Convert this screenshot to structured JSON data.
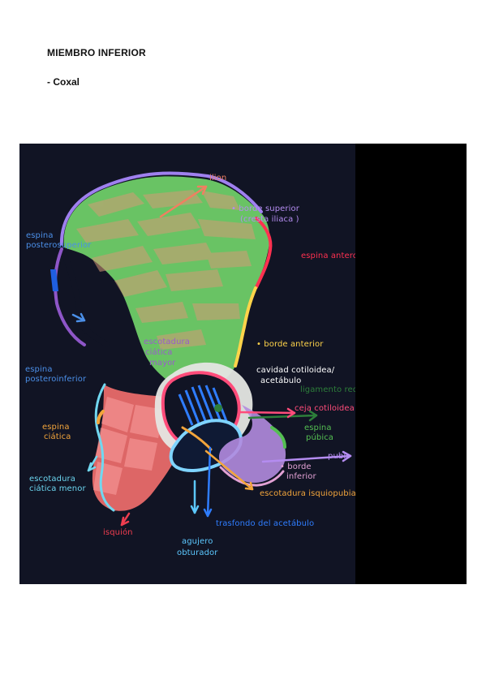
{
  "document": {
    "title": "MIEMBRO INFERIOR",
    "subtitle": "- Coxal"
  },
  "figure": {
    "labels": [
      {
        "id": "ilion",
        "lines": [
          "ilion"
        ],
        "color": "#f07f61"
      },
      {
        "id": "borde-superior",
        "lines": [
          "• borde superior",
          "(cresta iliaca )"
        ],
        "color": "#b48cf0"
      },
      {
        "id": "espina-posterosuperior",
        "lines": [
          "espina",
          "posterosuperior"
        ],
        "color": "#4b8fe8"
      },
      {
        "id": "espina-anterosuperior",
        "lines": [
          "espina anterosuperior"
        ],
        "color": "#ff3150"
      },
      {
        "id": "escotadura-ciatica-mayor",
        "lines": [
          "escotadura",
          "ciática",
          "mayor"
        ],
        "color": "#9a5ccc"
      },
      {
        "id": "borde-anterior",
        "lines": [
          "• borde anterior"
        ],
        "color": "#ffd44a"
      },
      {
        "id": "espina-posteroinferior",
        "lines": [
          "espina",
          "posteroinferior"
        ],
        "color": "#4b8fe8"
      },
      {
        "id": "cavidad-cotiloidea",
        "lines": [
          "cavidad cotiloidea/",
          "acetábulo"
        ],
        "color": "#ffffff"
      },
      {
        "id": "ligamento-redondo",
        "lines": [
          "ligamento redondo"
        ],
        "color": "#2d7e3a"
      },
      {
        "id": "ceja-cotiloidea",
        "lines": [
          "ceja cotiloidea"
        ],
        "color": "#ff4c7a"
      },
      {
        "id": "espina-ciatica",
        "lines": [
          "espina",
          "ciática"
        ],
        "color": "#f3a53b"
      },
      {
        "id": "espina-pubica",
        "lines": [
          "espina",
          "púbica"
        ],
        "color": "#54bf52"
      },
      {
        "id": "pubis",
        "lines": [
          "pubis"
        ],
        "color": "#b48cf0"
      },
      {
        "id": "borde-inferior",
        "lines": [
          "• borde",
          "inferior"
        ],
        "color": "#e2a1d4"
      },
      {
        "id": "escotadura-ciatica-menor",
        "lines": [
          "escotadura",
          "ciática menor"
        ],
        "color": "#6bd5ef"
      },
      {
        "id": "escotadura-isquiopubiana",
        "lines": [
          "escotadura isquiopubiana"
        ],
        "color": "#f3a53b"
      },
      {
        "id": "isquion",
        "lines": [
          "isquión"
        ],
        "color": "#ef3d4f"
      },
      {
        "id": "trasfondo-acetabulo",
        "lines": [
          "trasfondo del acetábulo"
        ],
        "color": "#2f7dff"
      },
      {
        "id": "agujero-obturador",
        "lines": [
          "agujero",
          "obturador"
        ],
        "color": "#5cc8ff"
      }
    ]
  }
}
